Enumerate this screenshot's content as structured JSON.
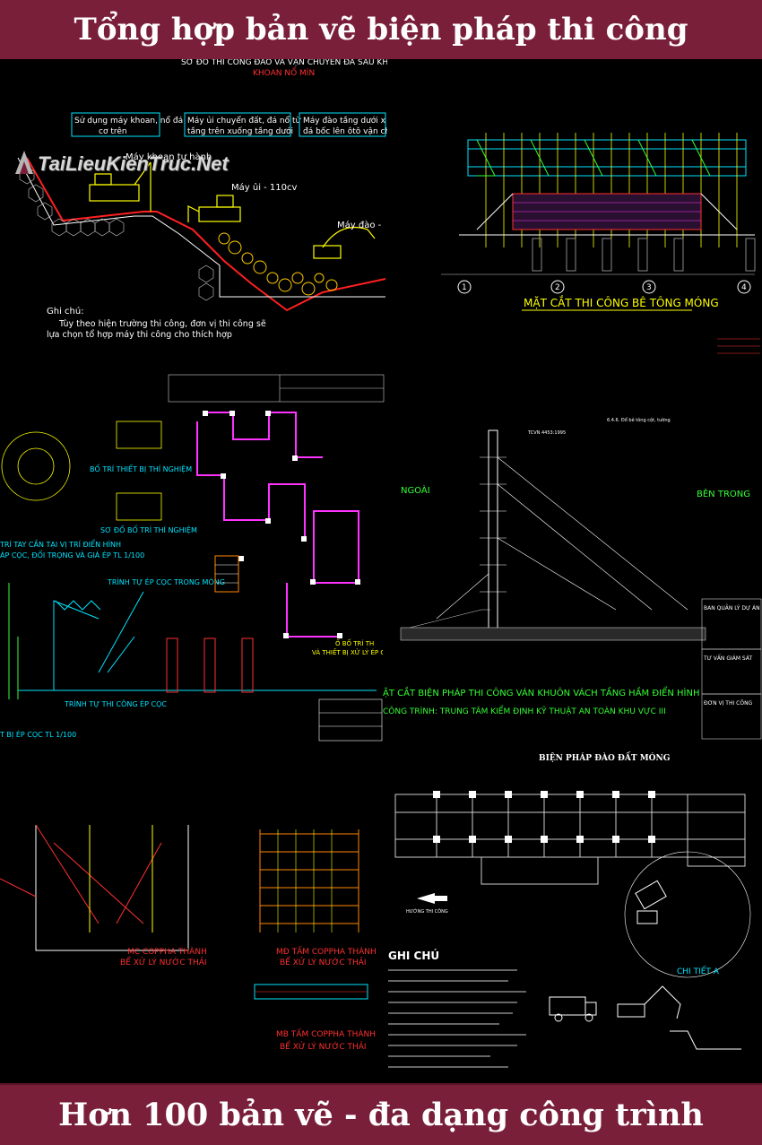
{
  "header": {
    "title": "Tổng hợp bản vẽ biện pháp thi công"
  },
  "footer": {
    "tagline": "Hơn 100 bản vẽ - đa dạng công trình"
  },
  "watermark": {
    "text": "TaiLieuKienTruc.Net"
  },
  "colors": {
    "banner": "#7a1f3a",
    "cad_bg": "#000000",
    "cad_cyan": "#00e5ff",
    "cad_yellow": "#ffff00",
    "cad_magenta": "#ff33ff",
    "cad_red": "#ff2020",
    "cad_green": "#33ff33",
    "cad_white": "#ffffff"
  },
  "panels": {
    "p1": {
      "title": "SƠ ĐỒ THI CÔNG ĐÀO VÀ VẬN CHUYỂN ĐÁ SAU KHI",
      "subtitle": "KHOAN NỔ MÌN",
      "box1": "Sử dụng máy khoan, nổ đá",
      "box1b": "cơ trên",
      "box2": "Máy ủi chuyển đất, đá nổ từ",
      "box2b": "tầng trên xuống tầng dưới",
      "box3": "Máy đào tầng dưới x",
      "box3b": "đá bốc lên ôtô vận ch",
      "label_drill": "Máy khoan tự hành",
      "label_dozer": "Máy ủi - 110cv",
      "label_excavator": "Máy đào -",
      "note_title": "Ghi chú:",
      "note_line1": "Tùy theo hiện trường thi công, đơn vị thi công sẽ",
      "note_line2": "lựa chọn tổ hợp máy thi công cho thích hợp"
    },
    "p2": {
      "title": "MẶT CẮT THI CÔNG BÊ TÔNG MÓNG",
      "axis_labels": [
        "1",
        "2",
        "3",
        "4"
      ]
    },
    "p3": {
      "label1": "BỐ TRÍ THIẾT BỊ THÍ NGHIỆM",
      "label2": "SƠ ĐỒ BỐ TRÍ THÍ NGHIỆM",
      "label3": "TRÌNH TỰ ÉP CỌC TRONG MÓNG",
      "label4": "TRÍ TAY CẦN TẠI VỊ TRÍ ĐIỂN HÌNH",
      "label5": "ÁP CỌC, ĐỐI TRỌNG VÀ GIÁ ÉP TL 1/100",
      "label6": "TRÌNH TỰ THI CÔNG ÉP CỌC",
      "label7": "Ố BỐ TRÍ TH",
      "label8": "VÀ THIẾT BỊ XỬ LÝ ÉP CỌC",
      "label9": "T BỊ ÉP CỌC TL 1/100"
    },
    "p4": {
      "label_out": "NGOÀI",
      "label_in": "BÊN TRONG",
      "title1": "ẶT CẮT BIỆN PHÁP THI CÔNG VÁN KHUÔN VÁCH TẦNG HẦM ĐIỂN HÌNH",
      "title2": "CÔNG TRÌNH: TRUNG TÂM KIỂM ĐỊNH KỸ THUẬT AN TOÀN KHU VỰC III",
      "side1": "BAN QUẢN LÝ DỰ ÁN",
      "side2": "TƯ VẤN GIÁM SÁT",
      "side3": "ĐƠN VỊ THI CÔNG"
    },
    "p5": {
      "label1": "MC COPPHA THÀNH",
      "label1b": "BỂ XỬ LÝ NƯỚC THẢI",
      "label2": "MĐ TẤM COPPHA THÀNH",
      "label2b": "BỂ XỬ LÝ NƯỚC THẢI",
      "label3": "MB TẤM COPPHA THÀNH",
      "label3b": "BỂ XỬ LÝ NƯỚC THẢI"
    },
    "p6": {
      "title": "BIỆN PHÁP ĐÀO ĐẤT MÓNG",
      "note_title": "GHI CHÚ",
      "detail": "CHI TIẾT A",
      "direction": "HƯỚNG THI CÔNG"
    }
  }
}
